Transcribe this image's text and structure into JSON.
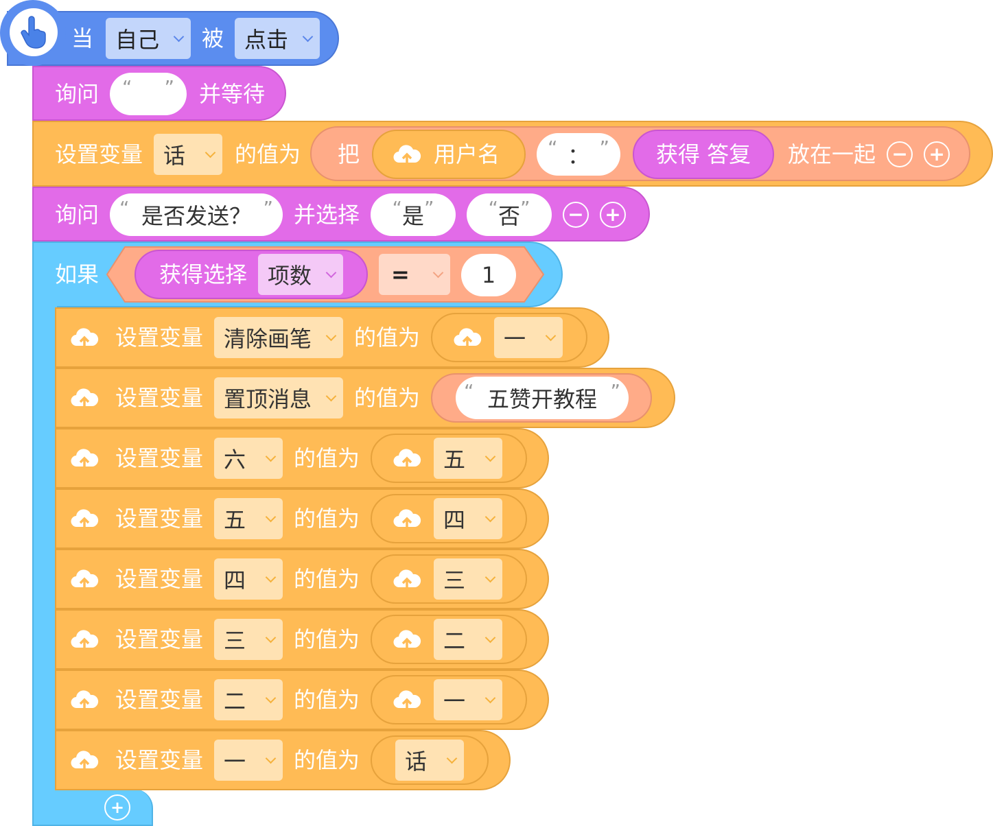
{
  "event": {
    "when": "当",
    "who": "自己",
    "by": "被",
    "action": "点击"
  },
  "ask1": {
    "ask": "询问",
    "text": "",
    "wait": "并等待"
  },
  "setWord": {
    "set": "设置变量",
    "var": "话",
    "valueOf": "的值为",
    "join": "把",
    "username": "用户名",
    "colon": "：",
    "answer": "获得 答复",
    "together": "放在一起"
  },
  "ask2": {
    "ask": "询问",
    "question": "是否发送？",
    "choose": "并选择",
    "opt1": "是",
    "opt2": "否"
  },
  "ifBlock": {
    "if": "如果",
    "getChoice": "获得选择",
    "field": "项数",
    "op": "=",
    "value": "1"
  },
  "setLabel": "设置变量",
  "valueLabel": "的值为",
  "sets": [
    {
      "var": "清除画笔",
      "value": "一"
    },
    {
      "var": "置顶消息",
      "value": "五赞开教程"
    },
    {
      "var": "六",
      "value": "五"
    },
    {
      "var": "五",
      "value": "四"
    },
    {
      "var": "四",
      "value": "三"
    },
    {
      "var": "三",
      "value": "二"
    },
    {
      "var": "二",
      "value": "一"
    },
    {
      "var": "一",
      "value": "话"
    }
  ],
  "colors": {
    "event": "#5b8def",
    "looks": "#e26be8",
    "variable": "#ffbb55",
    "operator": "#ffab88",
    "control": "#66ccff"
  },
  "icons": {
    "hand": "pointer-hand-icon",
    "cloud": "cloud-upload-icon",
    "plus": "plus-icon",
    "minus": "minus-icon"
  }
}
